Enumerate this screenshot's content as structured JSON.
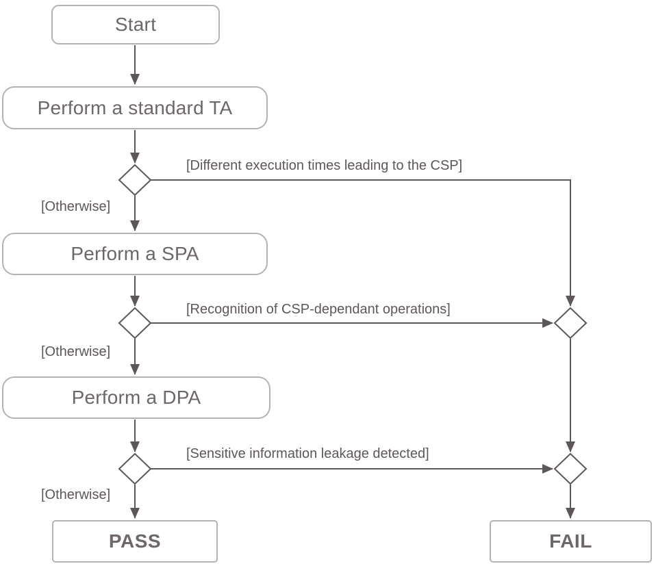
{
  "colors": {
    "line": "#5d565a",
    "box_border": "#b6b2b3",
    "box_text": "#6d666b",
    "label_text": "#5d565a",
    "background": "#ffffff"
  },
  "nodes": {
    "start": {
      "label": "Start"
    },
    "ta": {
      "label": "Perform a standard TA"
    },
    "spa": {
      "label": "Perform a SPA"
    },
    "dpa": {
      "label": "Perform a DPA"
    },
    "pass": {
      "label": "PASS"
    },
    "fail": {
      "label": "FAIL"
    }
  },
  "edge_labels": {
    "ta_fail": "[Different execution times leading to the CSP]",
    "otherwise_ta": "[Otherwise]",
    "spa_fail": "[Recognition of CSP-dependant operations]",
    "otherwise_spa": "[Otherwise]",
    "dpa_fail": "[Sensitive information leakage detected]",
    "otherwise_dpa": "[Otherwise]"
  }
}
